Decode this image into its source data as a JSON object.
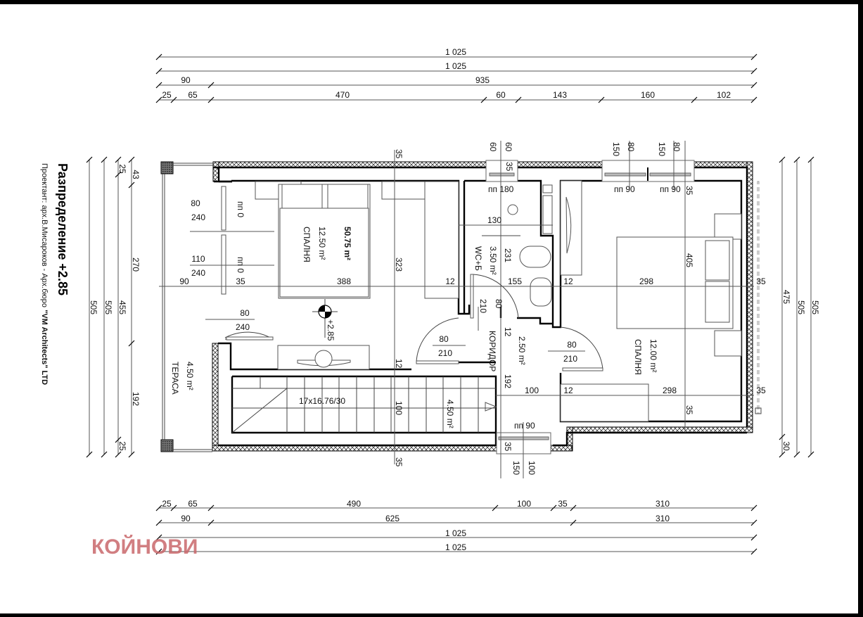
{
  "drawing": {
    "title": "Разпределение +2.85",
    "designer_prefix": "Проектант:  арх.В.Мисароков - Арх.бюро ",
    "designer_firm": "\"VM Architects\" LTD",
    "watermark": "КОЙНОВИ",
    "level_mark": "+2.85"
  },
  "dims_top": {
    "row1": "1 025",
    "row2": "1 025",
    "row3": [
      "90",
      "935"
    ],
    "row4": [
      "25",
      "65",
      "470",
      "60",
      "143",
      "160",
      "102"
    ]
  },
  "dims_bottom": {
    "row1": [
      "25",
      "65",
      "490",
      "100",
      "35",
      "310"
    ],
    "row2": [
      "90",
      "625",
      "310"
    ],
    "row3": "1 025",
    "row4": "1 025"
  },
  "dims_left": {
    "inner": [
      "43",
      "270",
      "192"
    ],
    "row_455": [
      "25",
      "455",
      "25"
    ],
    "row_505a": "505",
    "row_505b": "505"
  },
  "dims_right": {
    "inner": [
      "475",
      "30"
    ],
    "row_505a": "505",
    "row_505b": "505"
  },
  "rooms": [
    {
      "name": "СПАЛНЯ",
      "area": "12.50 m²",
      "total": "50.75 m²"
    },
    {
      "name": "WC+Б",
      "area": "3.50 m²"
    },
    {
      "name": "КОРИДОР",
      "area": "2.50 m²"
    },
    {
      "name": "СПАЛНЯ",
      "area": "12.00 m²"
    },
    {
      "name": "ТЕРАСА",
      "area": "4.50 m²"
    },
    {
      "name": "stair",
      "area": "4.50 m²",
      "spec": "17x16.76/30"
    }
  ],
  "openings": {
    "win_left_top": {
      "w": "80",
      "h": "240",
      "sill": "пп 0"
    },
    "win_left_bottom": {
      "w": "110",
      "h": "240",
      "sill": "пп 0"
    },
    "door_terrace": {
      "w": "80",
      "h": "240"
    },
    "door_bed1": {
      "w": "80",
      "h": "210"
    },
    "door_wc": {
      "w": "80",
      "h": "210"
    },
    "door_bed2": {
      "w": "80",
      "h": "210"
    },
    "win_wc": {
      "sill": "пп 180",
      "a": "60",
      "b": "60"
    },
    "win_bed2_a": {
      "sill": "пп 90",
      "a": "150",
      "b": "80"
    },
    "win_bed2_b": {
      "sill": "пп 90",
      "a": "150",
      "b": "80"
    },
    "win_corridor": {
      "sill": "пп 90",
      "a": "150",
      "b": "100"
    }
  },
  "inner_dims": {
    "d90": "90",
    "d35a": "35",
    "d388": "388",
    "d12a": "12",
    "d155": "155",
    "d12b": "12",
    "d298a": "298",
    "d35b": "35",
    "d323": "323",
    "d35top": "35",
    "d35bot": "35",
    "d130": "130",
    "d231": "231",
    "d35wc": "35",
    "d405": "405",
    "d35bed": "35",
    "d12c": "12",
    "d192": "192",
    "d12d": "12",
    "d100": "100",
    "d100b": "100",
    "d12e": "12",
    "d298b": "298",
    "d35c": "35",
    "d35d": "35",
    "d35e": "35"
  }
}
